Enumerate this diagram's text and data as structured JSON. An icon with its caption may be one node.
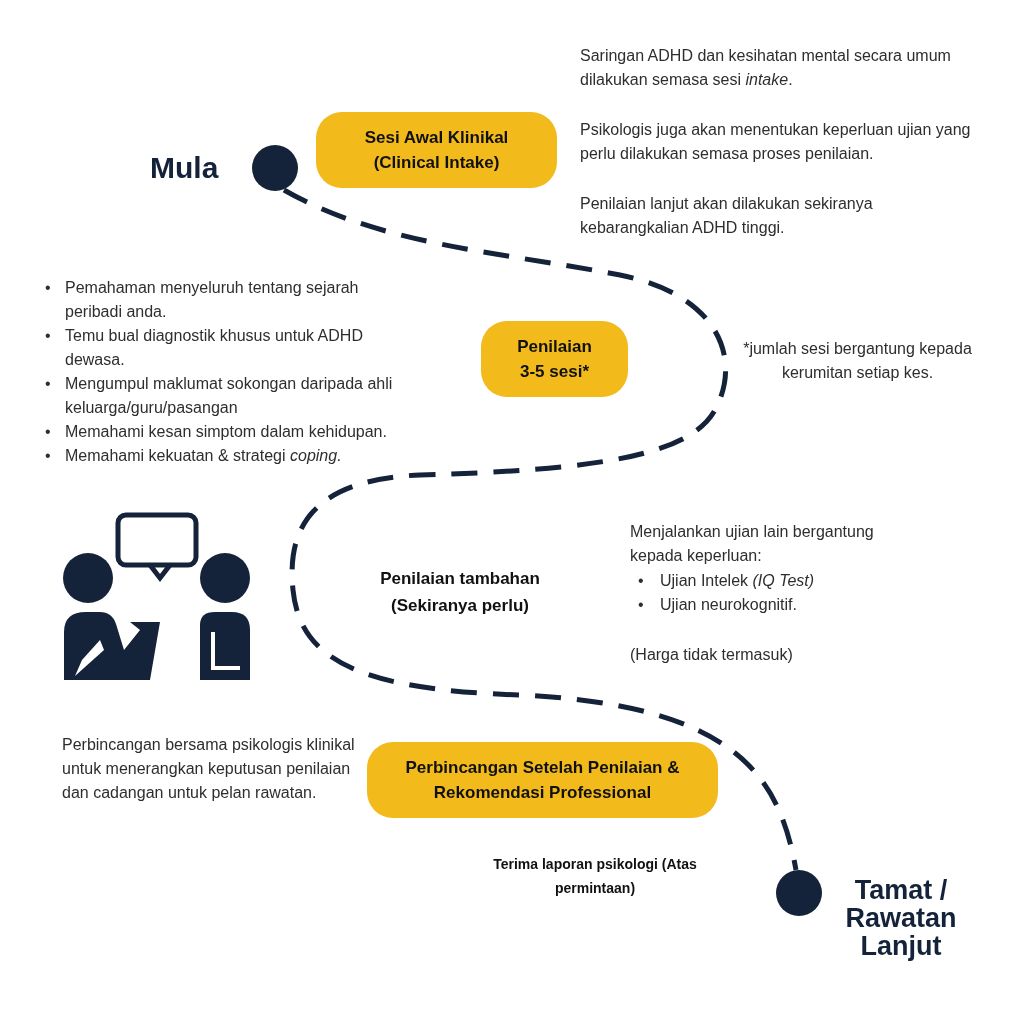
{
  "diagram": {
    "nodes": [
      {
        "text": [
          "Mula"
        ]
      },
      {
        "text": [
          "Sesi Awal Klinikal (Clinical Intake)"
        ]
      },
      {
        "text": [
          "Penilaian 3-5 sesi*"
        ]
      },
      {
        "text": [
          "Penilaian tambahan (Sekiranya perlu)"
        ]
      },
      {
        "text": [
          "Perbincangan Setelah Penilaian & Rekomendasi Professional"
        ]
      },
      {
        "text": [
          "Tamat / Rawatan Lanjut"
        ]
      }
    ],
    "edges": [
      {
        "from": 0,
        "to": 5,
        "arrow": "none",
        "style": "dashed"
      }
    ],
    "labels": [
      "Saringan ADHD dan kesihatan mental secara umum dilakukan semasa sesi *intake*.",
      "Psikologis juga akan menentukan keperluan ujian yang perlu dilakukan semasa proses penilaian.",
      "Penilaian lanjut akan dilakukan sekiranya kebarangkalian ADHD tinggi.",
      "•",
      "Pemahaman menyeluruh tentang sejarah peribadi anda.",
      "•",
      "Temu bual diagnostik khusus untuk ADHD dewasa.",
      "•",
      "Mengumpul maklumat sokongan daripada ahli keluarga/guru/pasangan",
      "•",
      "Memahami kesan simptom dalam kehidupan.",
      "•",
      "Memahami kekuatan & strategi *coping.*",
      "*jumlah sesi bergantung kepada kerumitan setiap kes.",
      "Menjalankan ujian lain bergantung kepada keperluan:",
      "•",
      "Ujian Intelek *(IQ Test)*",
      "•",
      "Ujian neurokognitif.",
      "(Harga tidak termasuk)",
      "Perbincangan bersama psikologis klinikal untuk menerangkan keputusan penilaian dan cadangan untuk pelan rawatan.",
      "Terima laporan psikologi (Atas permintaan)"
    ]
  }
}
